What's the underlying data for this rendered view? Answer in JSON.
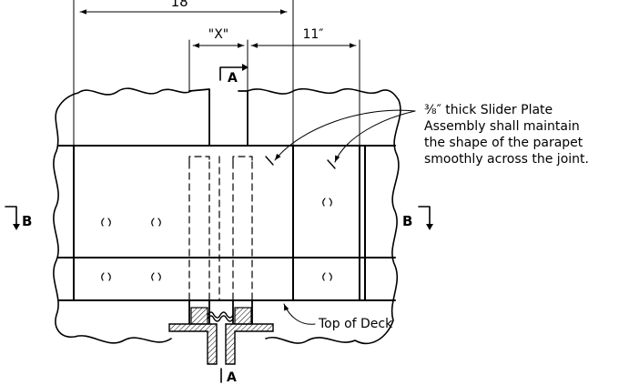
{
  "dimensions": {
    "overall": "18″",
    "gap": "\"X\"",
    "plate": "11″"
  },
  "section_marks": {
    "a_top": "A",
    "a_bottom": "A",
    "b_left": "B",
    "b_right": "B"
  },
  "notes": {
    "slider_plate": [
      "⅜″ thick Slider Plate",
      "Assembly shall maintain",
      "the shape of the parapet",
      "smoothly across the joint."
    ],
    "deck": "Top of Deck"
  }
}
